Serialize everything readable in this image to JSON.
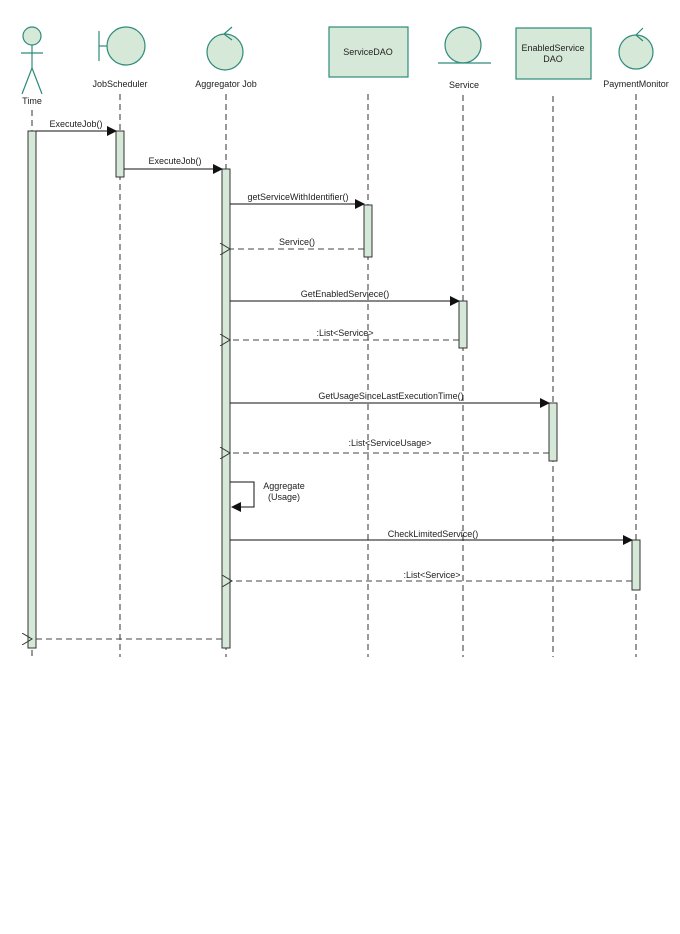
{
  "diagram": {
    "type": "sequence",
    "colors": {
      "fill": "#d6e8d8",
      "stroke": "#2e8b7a",
      "line": "#222222",
      "dashed": "#444444",
      "background": "#ffffff"
    },
    "participants": [
      {
        "id": "time",
        "label": "Time",
        "kind": "actor"
      },
      {
        "id": "jobscheduler",
        "label": "JobScheduler",
        "kind": "boundary"
      },
      {
        "id": "aggregatorjob",
        "label": "Aggregator Job",
        "kind": "control"
      },
      {
        "id": "servicedao",
        "label": "ServiceDAO",
        "kind": "object-box"
      },
      {
        "id": "service",
        "label": "Service",
        "kind": "entity"
      },
      {
        "id": "enabledservicedao",
        "label_line1": "EnabledService",
        "label_line2": "DAO",
        "kind": "object-box"
      },
      {
        "id": "paymentmonitor",
        "label": "PaymentMonitor",
        "kind": "control"
      }
    ],
    "messages": [
      {
        "from": "time",
        "to": "jobscheduler",
        "label": "ExecuteJob()",
        "type": "sync"
      },
      {
        "from": "jobscheduler",
        "to": "aggregatorjob",
        "label": "ExecuteJob()",
        "type": "sync"
      },
      {
        "from": "aggregatorjob",
        "to": "servicedao",
        "label": "getServiceWithIdentifier()",
        "type": "sync"
      },
      {
        "from": "servicedao",
        "to": "aggregatorjob",
        "label": "Service()",
        "type": "return"
      },
      {
        "from": "aggregatorjob",
        "to": "service",
        "label": "GetEnabledServiece()",
        "type": "sync"
      },
      {
        "from": "service",
        "to": "aggregatorjob",
        "label": ":List<Service>",
        "type": "return"
      },
      {
        "from": "aggregatorjob",
        "to": "enabledservicedao",
        "label": "GetUsageSinceLastExecutionTime()",
        "type": "sync"
      },
      {
        "from": "enabledservicedao",
        "to": "aggregatorjob",
        "label": ":List<ServiceUsage>",
        "type": "return"
      },
      {
        "from": "aggregatorjob",
        "to": "aggregatorjob",
        "label_line1": "Aggregate",
        "label_line2": "(Usage)",
        "type": "self"
      },
      {
        "from": "aggregatorjob",
        "to": "paymentmonitor",
        "label": "CheckLimitedService()",
        "type": "sync"
      },
      {
        "from": "paymentmonitor",
        "to": "aggregatorjob",
        "label": ":List<Service>",
        "type": "return"
      },
      {
        "from": "aggregatorjob",
        "to": "time",
        "label": "",
        "type": "return"
      }
    ]
  }
}
